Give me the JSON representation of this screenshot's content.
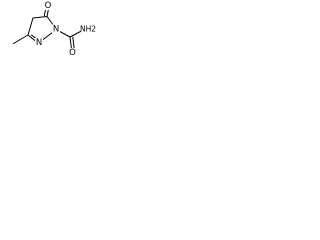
{
  "molecule": {
    "atom_labels": {
      "ring_oxygen": "O",
      "nitrogen_1": "N",
      "nitrogen_2": "N",
      "amide_oxygen": "O",
      "amide_nitrogen": "NH2"
    },
    "colors": {
      "bond": "#000000",
      "background": "#ffffff"
    }
  }
}
